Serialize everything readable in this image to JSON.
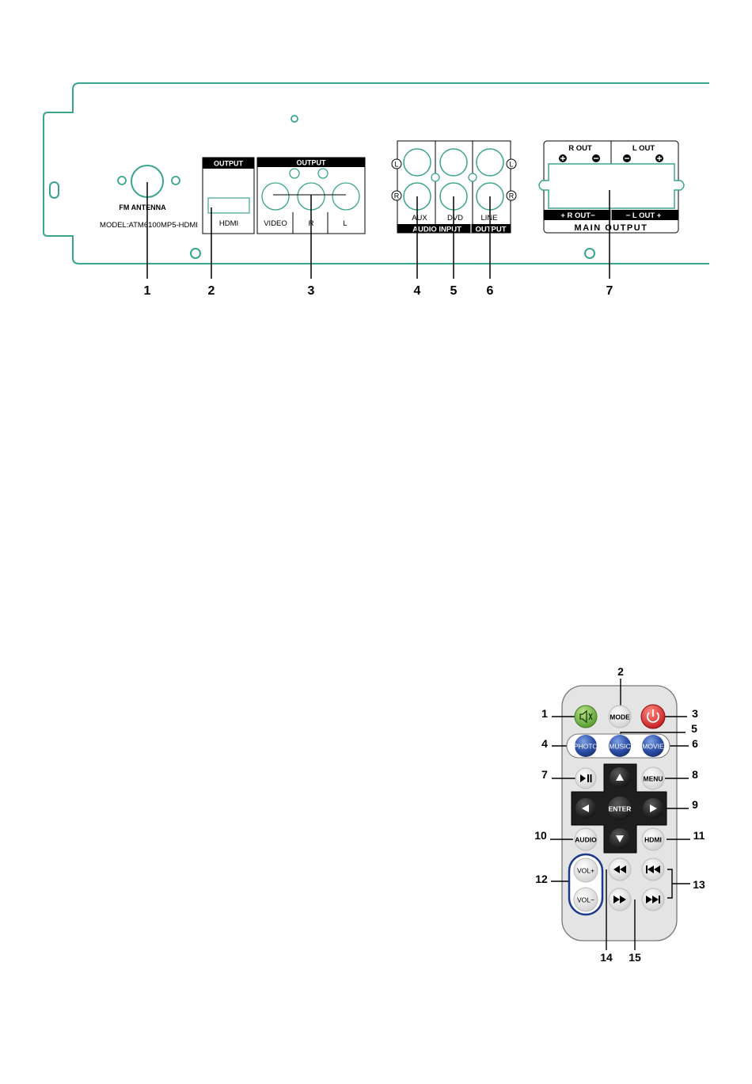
{
  "panel": {
    "antenna_label": "FM ANTENNA",
    "model_label": "MODEL:ATM6100MP5-HDMI",
    "hdmi_header": "OUTPUT",
    "hdmi_label": "HDMI",
    "av_header": "OUTPUT",
    "video_label": "VIDEO",
    "r_label": "R",
    "l_label": "L",
    "aux_label": "AUX",
    "dvd_label": "DVD",
    "line_label": "LINE",
    "audio_input_label": "AUDIO INPUT",
    "output_label": "OUTPUT",
    "left_marker": "L",
    "right_marker": "R",
    "r_out_label": "R OUT",
    "l_out_label": "L OUT",
    "r_out_bar": "+ R OUT−",
    "l_out_bar": "− L OUT +",
    "main_output_label": "MAIN OUTPUT",
    "callouts": [
      "1",
      "2",
      "3",
      "4",
      "5",
      "6",
      "7"
    ]
  },
  "remote": {
    "buttons": {
      "mute_icon": "mute-icon",
      "mode": "MODE",
      "power_icon": "power-icon",
      "photo": "PHOTO",
      "music": "MUSIC",
      "movie": "MOVIE",
      "play_pause": "▶❙",
      "menu": "MENU",
      "up": "▲",
      "left": "◀",
      "enter": "ENTER",
      "right": "▶",
      "down": "▼",
      "audio": "AUDIO",
      "hdmi": "HDMI",
      "vol_up": "VOL+",
      "vol_down": "VOL−",
      "rewind": "◀◀",
      "prev": "⏮",
      "forward": "▶▶",
      "next": "⏭"
    },
    "callouts": [
      "1",
      "2",
      "3",
      "4",
      "5",
      "6",
      "7",
      "8",
      "9",
      "10",
      "11",
      "12",
      "13",
      "14",
      "15"
    ]
  },
  "colors": {
    "panel_outline": "#3aa58f",
    "mute_green": "#6cb33e",
    "power_red": "#d9262a",
    "blue_button": "#2c4fa8",
    "remote_body": "#e4e4e4",
    "dpad_dark": "#1e1e1e"
  }
}
